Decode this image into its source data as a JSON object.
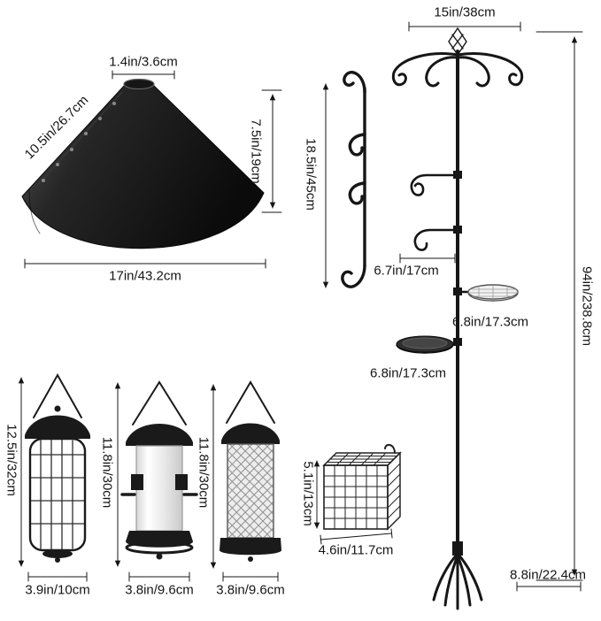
{
  "colors": {
    "ink": "#151515",
    "metal_dark": "#1a1a1a",
    "mesh_gray": "#8f8f8f"
  },
  "baffle": {
    "top_opening": "1.4in/3.6cm",
    "slant_length": "10.5in/26.7cm",
    "height": "7.5in/19cm",
    "diameter": "17in/43.2cm"
  },
  "hanging_bracket": {
    "length": "18.5in/45cm"
  },
  "station": {
    "top_width": "15in/38cm",
    "total_height": "94in/238.8cm",
    "hook_arm": "6.7in/17cm",
    "mesh_tray_arm": "6.8in/17.3cm",
    "seed_tray_arm": "6.8in/17.3cm",
    "ground_prong": "8.8in/22.4cm"
  },
  "feeders": [
    {
      "height": "12.5in/32cm",
      "width": "3.9in/10cm"
    },
    {
      "height": "11.8in/30cm",
      "width": "3.8in/9.6cm"
    },
    {
      "height": "11.8in/30cm",
      "width": "3.8in/9.6cm"
    }
  ],
  "suet_cage": {
    "height": "5.1in/13cm",
    "width": "4.6in/11.7cm"
  }
}
